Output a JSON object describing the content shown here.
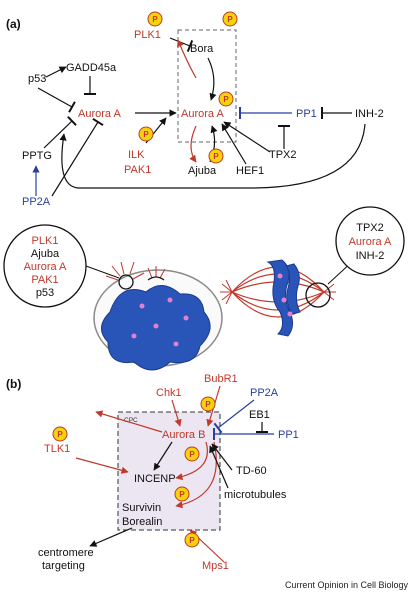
{
  "panel_a": {
    "label": "(a)",
    "nodes": {
      "plk1": "PLK1",
      "bora": "Bora",
      "gadd45a": "GADD45a",
      "p53": "p53",
      "aurora_left": "Aurora A",
      "aurora_center": "Aurora A",
      "pp1": "PP1",
      "inh2": "INH-2",
      "pptg": "PPTG",
      "pp2a": "PP2A",
      "ilk": "ILK",
      "pak1": "PAK1",
      "ajuba": "Ajuba",
      "hef1": "HEF1",
      "tpx2": "TPX2"
    },
    "phospho": "P",
    "callout_left": [
      "PLK1",
      "Ajuba",
      "Aurora A",
      "PAK1",
      "p53"
    ],
    "callout_right": [
      "TPX2",
      "Aurora A",
      "INH-2"
    ]
  },
  "panel_b": {
    "label": "(b)",
    "nodes": {
      "chk1": "Chk1",
      "bubr1": "BubR1",
      "pp2a": "PP2A",
      "eb1": "EB1",
      "pp1": "PP1",
      "cpc": "CPC",
      "aurora_b": "Aurora B",
      "tlk1": "TLK1",
      "incenp": "INCENP",
      "td60": "TD-60",
      "microtubules": "microtubules",
      "survivin": "Survivin",
      "borealin": "Borealin",
      "mps1": "Mps1",
      "centromere1": "centromere",
      "centromere2": "targeting"
    }
  },
  "footer": "Current Opinion in Cell Biology",
  "colors": {
    "red": "#c0392b",
    "blue": "#2a3f9d",
    "phospho_fill": "#f5d20a",
    "cpc_fill": "#ebe6f1"
  }
}
